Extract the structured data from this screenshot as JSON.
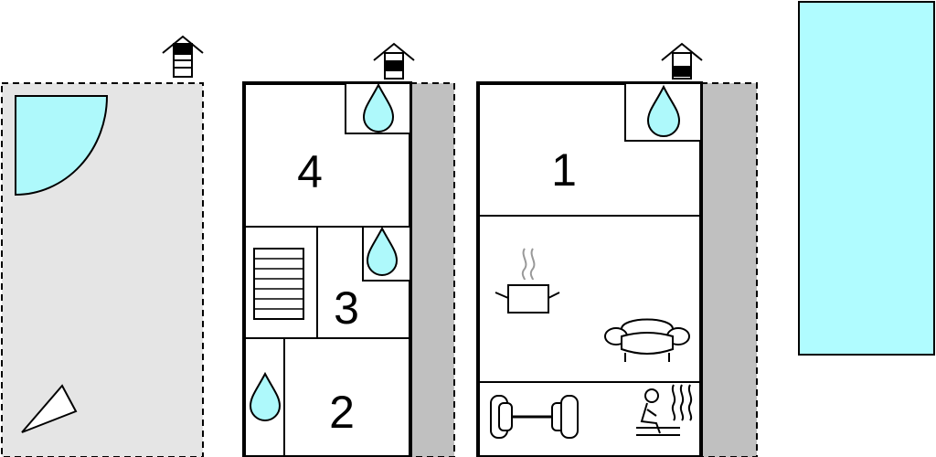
{
  "plan": {
    "colors": {
      "outline": "#000000",
      "garden": "#e5e5e5",
      "terrace": "#c0c0c0",
      "water": "#aef9fb",
      "pool": "#b0fcff"
    },
    "rooms": [
      {
        "number": "1"
      },
      {
        "number": "2"
      },
      {
        "number": "3"
      },
      {
        "number": "4"
      }
    ],
    "icons": [
      "floor-level-icon",
      "water-drop-icon",
      "stairs-icon",
      "cooking-pot-icon",
      "sofa-icon",
      "dumbbell-icon",
      "sauna-icon",
      "compass-north-icon",
      "jacuzzi-quarter-circle",
      "swimming-pool"
    ]
  }
}
